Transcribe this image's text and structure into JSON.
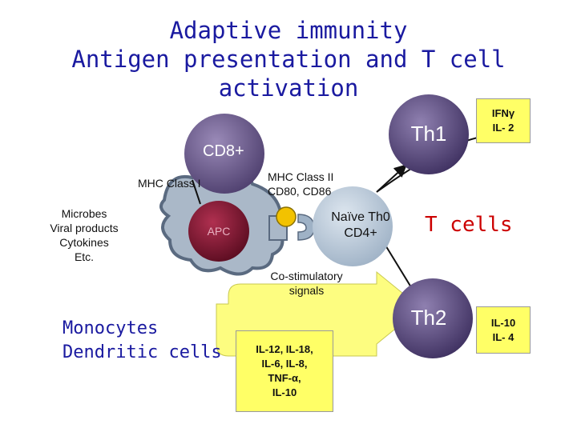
{
  "title": {
    "line1": "Adaptive immunity",
    "line2": "Antigen presentation and T cell activation"
  },
  "cells": {
    "cd8": "CD8+",
    "th1": "Th1",
    "th2": "Th2",
    "apc": "APC",
    "naive_line1": "Naïve Th0",
    "naive_line2": "CD4+",
    "t_cells": "T cells"
  },
  "labels": {
    "mhc_class_i": "MHC Class I",
    "mhc_class_ii_line1": "MHC Class II",
    "mhc_class_ii_line2": "CD80, CD86",
    "costim_line1": "Co-stimulatory",
    "costim_line2": "signals",
    "antigens": [
      "Microbes",
      "Viral products",
      "Cytokines",
      "Etc."
    ],
    "monocytes_line1": "Monocytes",
    "monocytes_line2": "Dendritic cells"
  },
  "boxes": {
    "th1_cytokines": [
      "IFNγ",
      "IL- 2"
    ],
    "th2_cytokines": [
      "IL-10",
      "IL- 4"
    ],
    "apc_cytokines": [
      "IL-12, IL-18,",
      "IL-6, IL-8,",
      "TNF-α,",
      "IL-10"
    ]
  },
  "colors": {
    "title": "#1a1aa0",
    "box_fill": "#ffff66",
    "cd8_cell": "#6a5a8a",
    "t_cell": "#5a4a75",
    "apc_cell": "#7a1a30",
    "apc_membrane": "#aab8c8",
    "naive_cell": "#b8c8d8",
    "arrow": "#fdfd80",
    "t_cells_text": "#cc0000"
  }
}
